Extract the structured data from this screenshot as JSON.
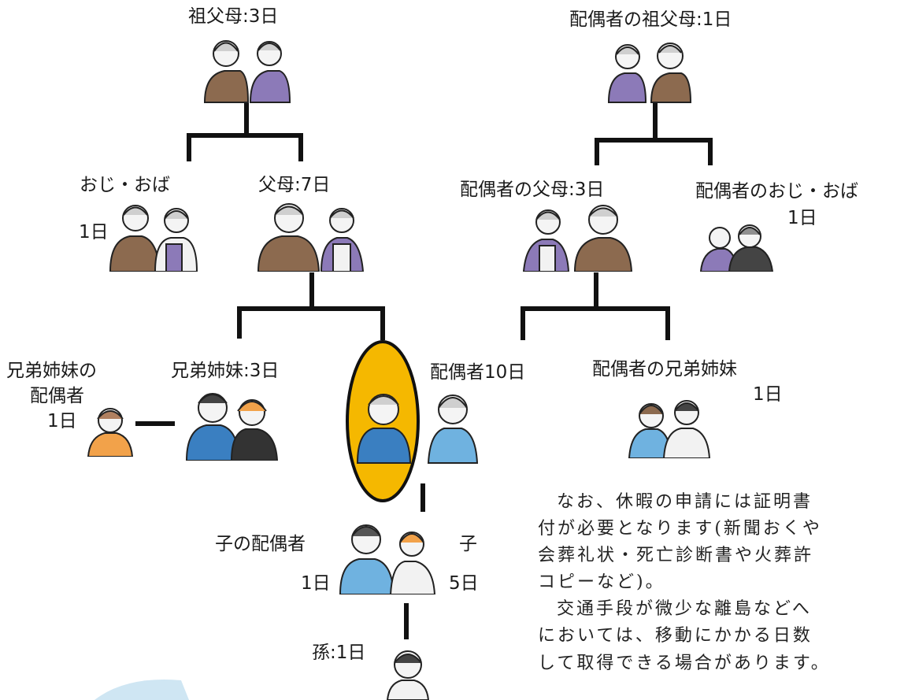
{
  "labels": {
    "grandparents": "祖父母:3日",
    "spouse_grandparents": "配偶者の祖父母:1日",
    "uncle_aunt": "おじ・おば",
    "uncle_aunt_days": "1日",
    "parents": "父母:7日",
    "spouse_parents": "配偶者の父母:3日",
    "spouse_uncle_aunt": "配偶者のおじ・おば",
    "spouse_uncle_aunt_days": "1日",
    "sibling_spouse_1": "兄弟姉妹の",
    "sibling_spouse_2": "配偶者",
    "sibling_spouse_days": "1日",
    "siblings": "兄弟姉妹:3日",
    "spouse": "配偶者10日",
    "spouse_siblings": "配偶者の兄弟姉妹",
    "spouse_siblings_days": "1日",
    "child_spouse": "子の配偶者",
    "child_spouse_days": "1日",
    "child": "子",
    "child_days": "5日",
    "grandchild": "孫:1日"
  },
  "note": {
    "para1_line1": "なお、休暇の申請には証明書",
    "para1_line2": "付が必要となります(新聞おくや",
    "para1_line3": "会葬礼状・死亡診断書や火葬許",
    "para1_line4": "コピーなど)。",
    "para2_line1": "交通手段が微少な離島などへ",
    "para2_line2": "においては、移動にかかる日数",
    "para2_line3": "して取得できる場合があります。"
  },
  "colors": {
    "highlight": "#f5b800",
    "line": "#111111",
    "blue_shirt": "#3a7fc1",
    "light_blue": "#6fb2e0",
    "brown": "#8c6a4f",
    "purple": "#8c7ab8",
    "orange": "#f2a24a",
    "skin": "#f4f4f4"
  }
}
